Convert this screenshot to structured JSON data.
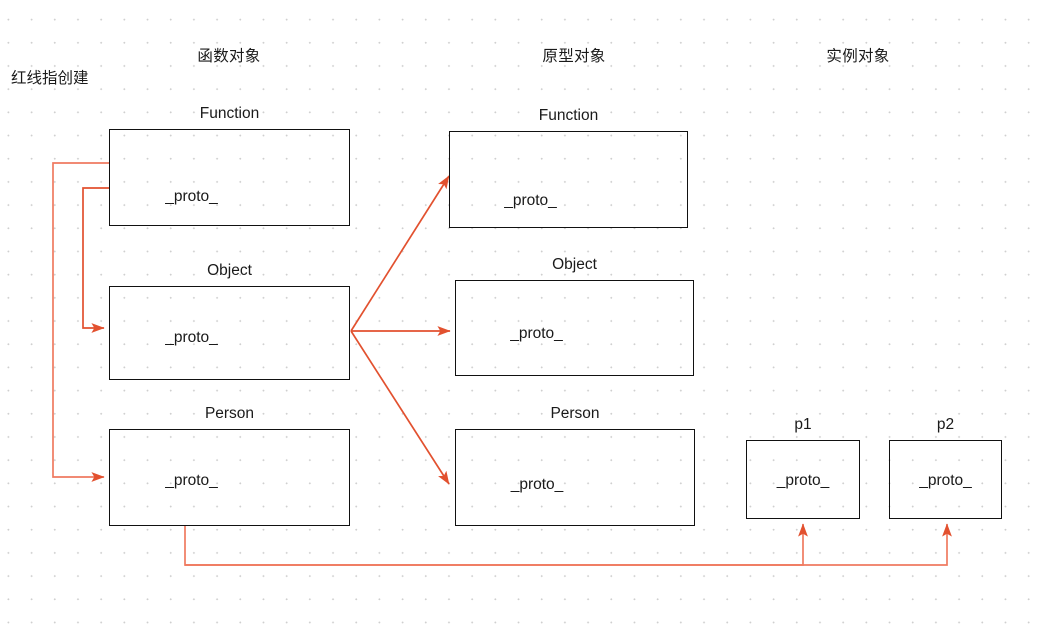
{
  "diagram": {
    "annotation": "红线指创建",
    "columns": [
      {
        "id": "function-objects",
        "label": "函数对象"
      },
      {
        "id": "prototype-objects",
        "label": "原型对象"
      },
      {
        "id": "instance-objects",
        "label": "实例对象"
      }
    ],
    "accent_color": "#e2512f",
    "node_border_color": "#111111",
    "grid_dot_color": "#cfcfcf",
    "background_color": "#ffffff",
    "nodes": [
      {
        "id": "fn-function",
        "column": "function-objects",
        "label": "Function",
        "content": "_proto_"
      },
      {
        "id": "fn-object",
        "column": "function-objects",
        "label": "Object",
        "content": "_proto_"
      },
      {
        "id": "fn-person",
        "column": "function-objects",
        "label": "Person",
        "content": "_proto_"
      },
      {
        "id": "proto-function",
        "column": "prototype-objects",
        "label": "Function",
        "content": "_proto_"
      },
      {
        "id": "proto-object",
        "column": "prototype-objects",
        "label": "Object",
        "content": "_proto_"
      },
      {
        "id": "proto-person",
        "column": "prototype-objects",
        "label": "Person",
        "content": "_proto_"
      },
      {
        "id": "inst-p1",
        "column": "instance-objects",
        "label": "p1",
        "content": "_proto_"
      },
      {
        "id": "inst-p2",
        "column": "instance-objects",
        "label": "p2",
        "content": "_proto_"
      }
    ],
    "edges": [
      {
        "from": "fn-function",
        "to": "fn-person",
        "style": "orthogonal"
      },
      {
        "from": "fn-function",
        "to": "fn-object",
        "style": "orthogonal"
      },
      {
        "from": "fn-object",
        "to": "proto-function",
        "style": "straight"
      },
      {
        "from": "fn-object",
        "to": "proto-object",
        "style": "straight"
      },
      {
        "from": "fn-object",
        "to": "proto-person",
        "style": "straight"
      },
      {
        "from": "fn-person",
        "to": "inst-p1",
        "style": "orthogonal"
      },
      {
        "from": "fn-person",
        "to": "inst-p2",
        "style": "orthogonal"
      }
    ]
  }
}
